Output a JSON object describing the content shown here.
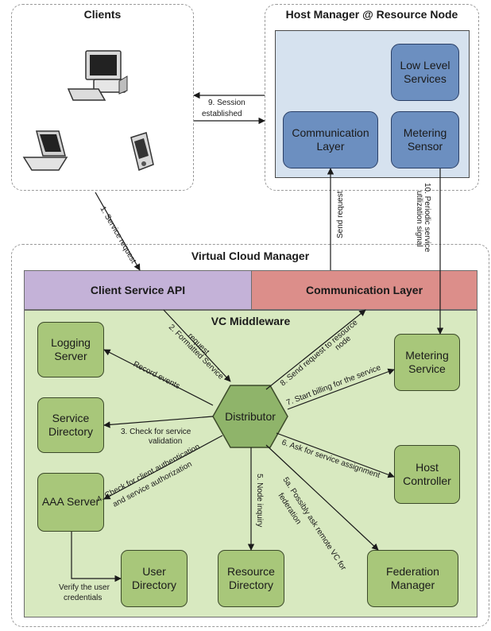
{
  "clients": {
    "title": "Clients"
  },
  "host_manager": {
    "title": "Host Manager @ Resource Node",
    "low_level_services": "Low Level\nServices",
    "communication_layer": "Communication\nLayer",
    "metering_sensor": "Metering\nSensor"
  },
  "vcm": {
    "title": "Virtual Cloud Manager",
    "client_service_api": "Client Service API",
    "communication_layer": "Communication Layer",
    "middleware_title": "VC Middleware",
    "logging_server": "Logging\nServer",
    "service_directory": "Service\nDirectory",
    "aaa_server": "AAA Server",
    "user_directory": "User\nDirectory",
    "resource_directory": "Resource\nDirectory",
    "federation_manager": "Federation\nManager",
    "host_controller": "Host\nController",
    "metering_service": "Metering\nService",
    "distributor": "Distributor"
  },
  "edges": {
    "e1": "1. Service request",
    "e2a": "2. Formatted Service",
    "e2b": "request",
    "e3a": "3. Check for service",
    "e3b": "validation",
    "e4a": "4. Check for client authentication",
    "e4b": "and service authorization",
    "e5": "5. Node inquiry",
    "e5a_1": "5a. Possibly ask remote VC for",
    "e5a_2": "federation",
    "e6": "6. Ask for service assignment",
    "e7": "7. Start billing for the service",
    "e8a": "8. Send request to resource",
    "e8b": "node",
    "e9a": "9. Session",
    "e9b": "established",
    "e10a": "10. Periodic service",
    "e10b": "utilization signal",
    "send_request": "Send request",
    "record_events": "Record events",
    "verify_a": "Verify the user",
    "verify_b": "credentials"
  },
  "colors": {
    "green": "#a8c77a",
    "green_bg": "#d8e9c0",
    "blue": "#6c8fc0",
    "blue_bg": "#d6e2ef",
    "api_purple": "#c4b2d8",
    "comm_red": "#dc8e8a"
  }
}
